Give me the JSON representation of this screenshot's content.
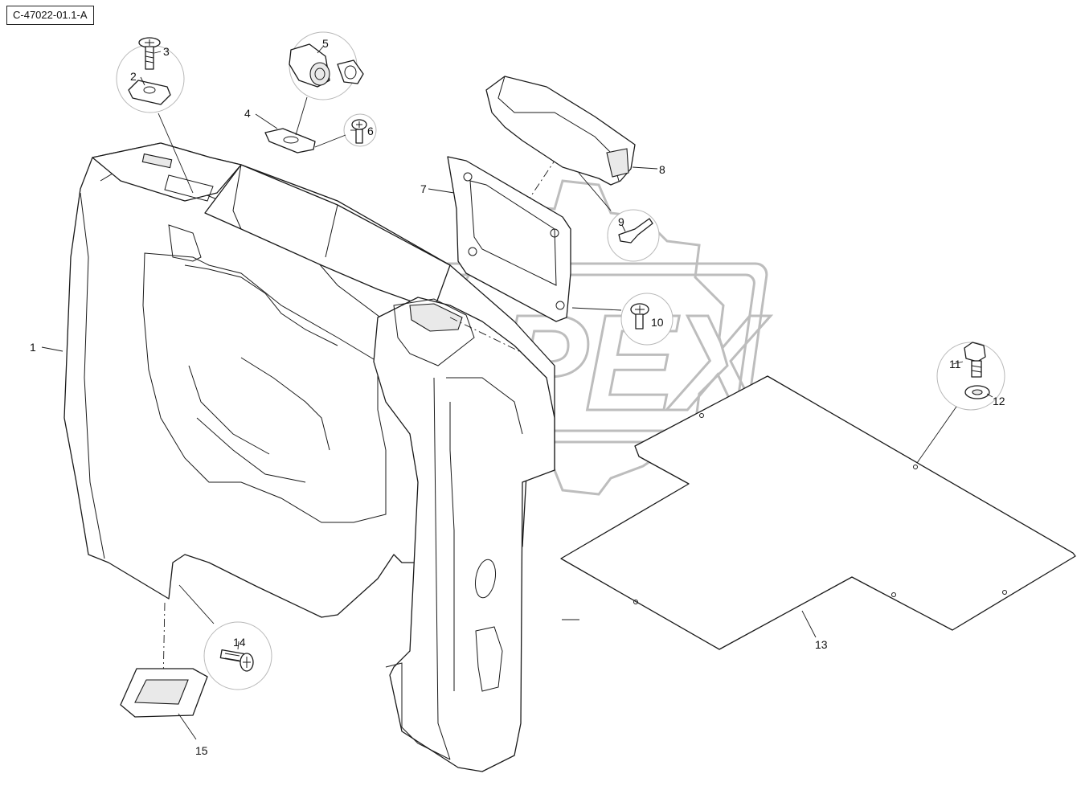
{
  "drawing": {
    "reference": "C-47022-01.1-A"
  },
  "watermark": {
    "text": "OPEX"
  },
  "callouts": [
    {
      "id": "1",
      "label": "1"
    },
    {
      "id": "2",
      "label": "2"
    },
    {
      "id": "3",
      "label": "3"
    },
    {
      "id": "4",
      "label": "4"
    },
    {
      "id": "5",
      "label": "5"
    },
    {
      "id": "6",
      "label": "6"
    },
    {
      "id": "7",
      "label": "7"
    },
    {
      "id": "8",
      "label": "8"
    },
    {
      "id": "9",
      "label": "9"
    },
    {
      "id": "10",
      "label": "10"
    },
    {
      "id": "11",
      "label": "11"
    },
    {
      "id": "12",
      "label": "12"
    },
    {
      "id": "13",
      "label": "13"
    },
    {
      "id": "14",
      "label": "14"
    },
    {
      "id": "15",
      "label": "15"
    }
  ]
}
